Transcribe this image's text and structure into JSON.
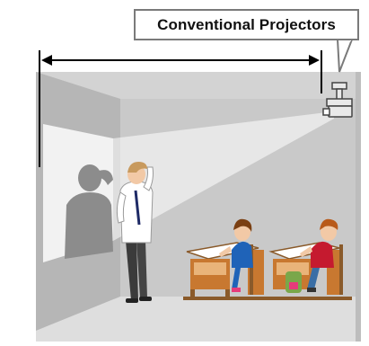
{
  "callout": {
    "label": "Conventional Projectors"
  },
  "colors": {
    "wall_back": "#c9c9c9",
    "wall_left": "#b3b3b3",
    "floor": "#dcdcdc",
    "ceiling": "#d2d2d2",
    "screen": "#f1f1f1",
    "shadow": "#8a8a8a",
    "beam": "#ffffff",
    "desk_wood": "#c87830",
    "girl_dress": "#1f63b8",
    "girl_hair": "#7a3f12",
    "boy_shirt": "#c51a2f",
    "teacher_suit": "#3b3b3b"
  },
  "icons": [
    "projector-icon",
    "dimension-arrow-icon",
    "teacher-figure",
    "student-girl-figure",
    "student-boy-figure",
    "desk-icon",
    "backpack-icon"
  ]
}
